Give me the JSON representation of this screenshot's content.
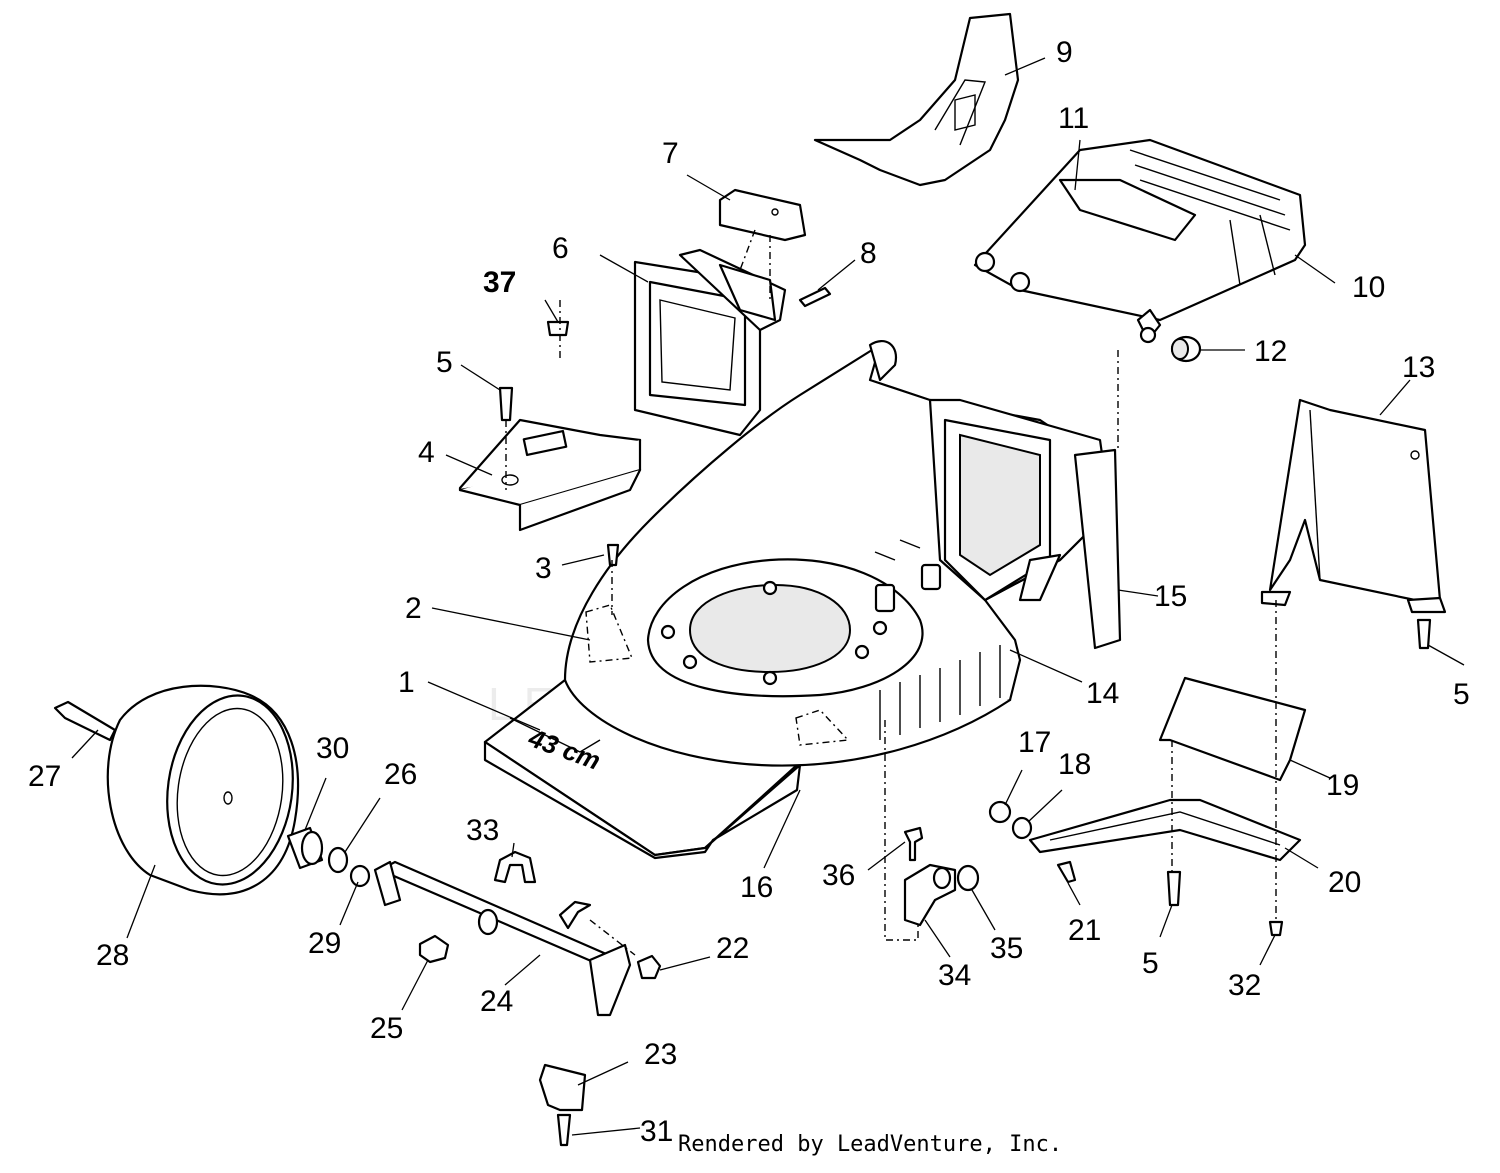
{
  "callouts": [
    {
      "id": "c1",
      "label": "1"
    },
    {
      "id": "c2",
      "label": "2"
    },
    {
      "id": "c3",
      "label": "3"
    },
    {
      "id": "c4",
      "label": "4"
    },
    {
      "id": "c5a",
      "label": "5"
    },
    {
      "id": "c5b",
      "label": "5"
    },
    {
      "id": "c5c",
      "label": "5"
    },
    {
      "id": "c6",
      "label": "6"
    },
    {
      "id": "c7",
      "label": "7"
    },
    {
      "id": "c8",
      "label": "8"
    },
    {
      "id": "c9",
      "label": "9"
    },
    {
      "id": "c10",
      "label": "10"
    },
    {
      "id": "c11",
      "label": "11"
    },
    {
      "id": "c12",
      "label": "12"
    },
    {
      "id": "c13",
      "label": "13"
    },
    {
      "id": "c14",
      "label": "14"
    },
    {
      "id": "c15",
      "label": "15"
    },
    {
      "id": "c16",
      "label": "16"
    },
    {
      "id": "c17",
      "label": "17"
    },
    {
      "id": "c18",
      "label": "18"
    },
    {
      "id": "c19",
      "label": "19"
    },
    {
      "id": "c20",
      "label": "20"
    },
    {
      "id": "c21",
      "label": "21"
    },
    {
      "id": "c22",
      "label": "22"
    },
    {
      "id": "c23",
      "label": "23"
    },
    {
      "id": "c24",
      "label": "24"
    },
    {
      "id": "c25",
      "label": "25"
    },
    {
      "id": "c26",
      "label": "26"
    },
    {
      "id": "c27",
      "label": "27"
    },
    {
      "id": "c28",
      "label": "28"
    },
    {
      "id": "c29",
      "label": "29"
    },
    {
      "id": "c30",
      "label": "30"
    },
    {
      "id": "c31",
      "label": "31"
    },
    {
      "id": "c32",
      "label": "32"
    },
    {
      "id": "c33",
      "label": "33"
    },
    {
      "id": "c34",
      "label": "34"
    },
    {
      "id": "c35",
      "label": "35"
    },
    {
      "id": "c36",
      "label": "36"
    },
    {
      "id": "c37",
      "label": "37"
    }
  ],
  "deck_marking": "43 cm",
  "watermark": "LEADVENTURE",
  "footer": "Rendered by LeadVenture, Inc."
}
